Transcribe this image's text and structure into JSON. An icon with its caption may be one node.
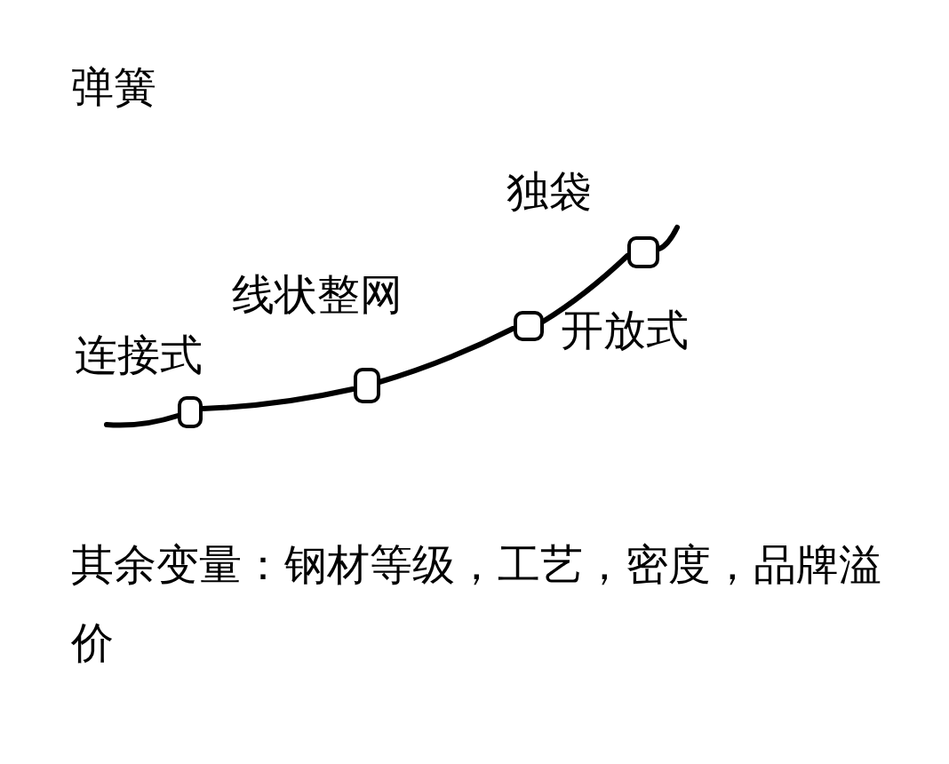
{
  "diagram": {
    "title": "弹簧",
    "nodes": [
      {
        "text": [],
        "shape": "box",
        "beside": [
          "连接式"
        ]
      },
      {
        "text": [],
        "shape": "box",
        "beside": [
          "线状整网"
        ]
      },
      {
        "text": [],
        "shape": "box",
        "beside": [
          "开放式"
        ]
      },
      {
        "text": [],
        "shape": "box",
        "beside": [
          "独袋"
        ]
      }
    ],
    "edges": [
      {
        "from": null,
        "to": 0,
        "arrow": "none"
      },
      {
        "from": 0,
        "to": 1,
        "arrow": "none"
      },
      {
        "from": 1,
        "to": 2,
        "arrow": "none"
      },
      {
        "from": 2,
        "to": 3,
        "arrow": "none"
      },
      {
        "from": 3,
        "to": null,
        "arrow": "none"
      }
    ],
    "labels": [
      "其余变量：钢材等级，工艺，密度，品牌溢价"
    ]
  }
}
